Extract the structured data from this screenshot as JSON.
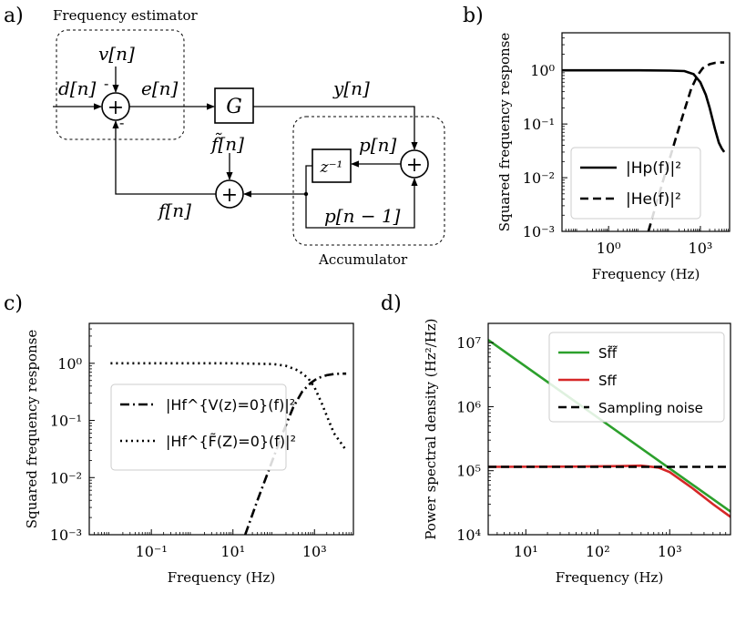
{
  "panels": {
    "a": "a)",
    "b": "b)",
    "c": "c)",
    "d": "d)"
  },
  "diagram": {
    "estimator_label": "Frequency estimator",
    "accumulator_label": "Accumulator",
    "signals": {
      "v": "v[n]",
      "d": "d[n]",
      "e": "e[n]",
      "y": "y[n]",
      "f_tilde": "f̃[n]",
      "p": "p[n]",
      "p_prev": "p[n − 1]",
      "f": "f[n]"
    },
    "blocks": {
      "gain": "G",
      "delay": "z⁻¹"
    },
    "sum_sign_plus": "+",
    "sum_sign_minus": "-"
  },
  "chart_data": [
    {
      "id": "b",
      "type": "line",
      "xlabel": "Frequency (Hz)",
      "ylabel": "Squared frequency response",
      "xscale": "log",
      "yscale": "log",
      "xlim": [
        0.03,
        9000
      ],
      "ylim": [
        0.001,
        5
      ],
      "xticks": [
        1,
        1000
      ],
      "xtick_labels": [
        "10⁰",
        "10³"
      ],
      "yticks": [
        0.001,
        0.01,
        0.1,
        1
      ],
      "ytick_labels": [
        "10⁻³",
        "10⁻²",
        "10⁻¹",
        "10⁰"
      ],
      "legend_position": "lower-center",
      "series": [
        {
          "name": "|Hp(f)|²",
          "style": "solid",
          "x": [
            0.03,
            1,
            10,
            100,
            300,
            600,
            1000,
            1500,
            2000,
            3000,
            4000,
            5000,
            6000
          ],
          "y": [
            1.0,
            1.0,
            1.0,
            0.99,
            0.97,
            0.85,
            0.6,
            0.35,
            0.2,
            0.08,
            0.045,
            0.035,
            0.03
          ]
        },
        {
          "name": "|He(f)|²",
          "style": "dashed",
          "x": [
            20,
            40,
            80,
            150,
            300,
            500,
            800,
            1200,
            2000,
            3000,
            4500,
            6000
          ],
          "y": [
            0.001,
            0.004,
            0.015,
            0.05,
            0.18,
            0.45,
            0.8,
            1.1,
            1.3,
            1.38,
            1.4,
            1.4
          ]
        }
      ]
    },
    {
      "id": "c",
      "type": "line",
      "xlabel": "Frequency (Hz)",
      "ylabel": "Squared frequency response",
      "xscale": "log",
      "yscale": "log",
      "xlim": [
        0.003,
        9000
      ],
      "ylim": [
        0.001,
        5
      ],
      "xticks": [
        0.1,
        10,
        1000
      ],
      "xtick_labels": [
        "10⁻¹",
        "10¹",
        "10³"
      ],
      "yticks": [
        0.001,
        0.01,
        0.1,
        1
      ],
      "ytick_labels": [
        "10⁻³",
        "10⁻²",
        "10⁻¹",
        "10⁰"
      ],
      "legend_position": "center-left",
      "series": [
        {
          "name": "|Hf^{V(z)=0}(f)|²",
          "style": "dashdot",
          "x": [
            20,
            40,
            80,
            150,
            300,
            500,
            800,
            1200,
            2000,
            3000,
            4500,
            6000
          ],
          "y": [
            0.001,
            0.004,
            0.015,
            0.05,
            0.17,
            0.32,
            0.45,
            0.55,
            0.62,
            0.65,
            0.66,
            0.66
          ]
        },
        {
          "name": "|Hf^{F̃(Z)=0}(f)|²",
          "style": "dotted",
          "x": [
            0.01,
            1,
            10,
            100,
            200,
            400,
            700,
            1000,
            1500,
            2000,
            3000,
            4500,
            6000
          ],
          "y": [
            1.0,
            1.0,
            1.0,
            0.97,
            0.9,
            0.75,
            0.55,
            0.38,
            0.2,
            0.12,
            0.06,
            0.04,
            0.03
          ]
        }
      ]
    },
    {
      "id": "d",
      "type": "line",
      "xlabel": "Frequency (Hz)",
      "ylabel": "Power spectral density (Hz²/Hz)",
      "xscale": "log",
      "yscale": "log",
      "xlim": [
        3,
        7000
      ],
      "ylim": [
        10000,
        20000000
      ],
      "xticks": [
        10,
        100,
        1000
      ],
      "xtick_labels": [
        "10¹",
        "10²",
        "10³"
      ],
      "yticks": [
        10000,
        100000,
        1000000,
        10000000
      ],
      "ytick_labels": [
        "10⁴",
        "10⁵",
        "10⁶",
        "10⁷"
      ],
      "legend_position": "top-right",
      "series": [
        {
          "name": "Sf̃f̃",
          "color": "#2ca02c",
          "style": "solid",
          "x": [
            3,
            7000
          ],
          "y": [
            11000000,
            23000
          ]
        },
        {
          "name": "Sff",
          "color": "#d62728",
          "style": "solid",
          "x": [
            3,
            50,
            200,
            400,
            700,
            1000,
            2000,
            4000,
            7000
          ],
          "y": [
            115000,
            116000,
            118000,
            120000,
            112000,
            95000,
            55000,
            30000,
            19000
          ]
        },
        {
          "name": "Sampling noise",
          "color": "#000000",
          "style": "dashed",
          "x": [
            3,
            7000
          ],
          "y": [
            115000,
            115000
          ]
        }
      ]
    }
  ]
}
